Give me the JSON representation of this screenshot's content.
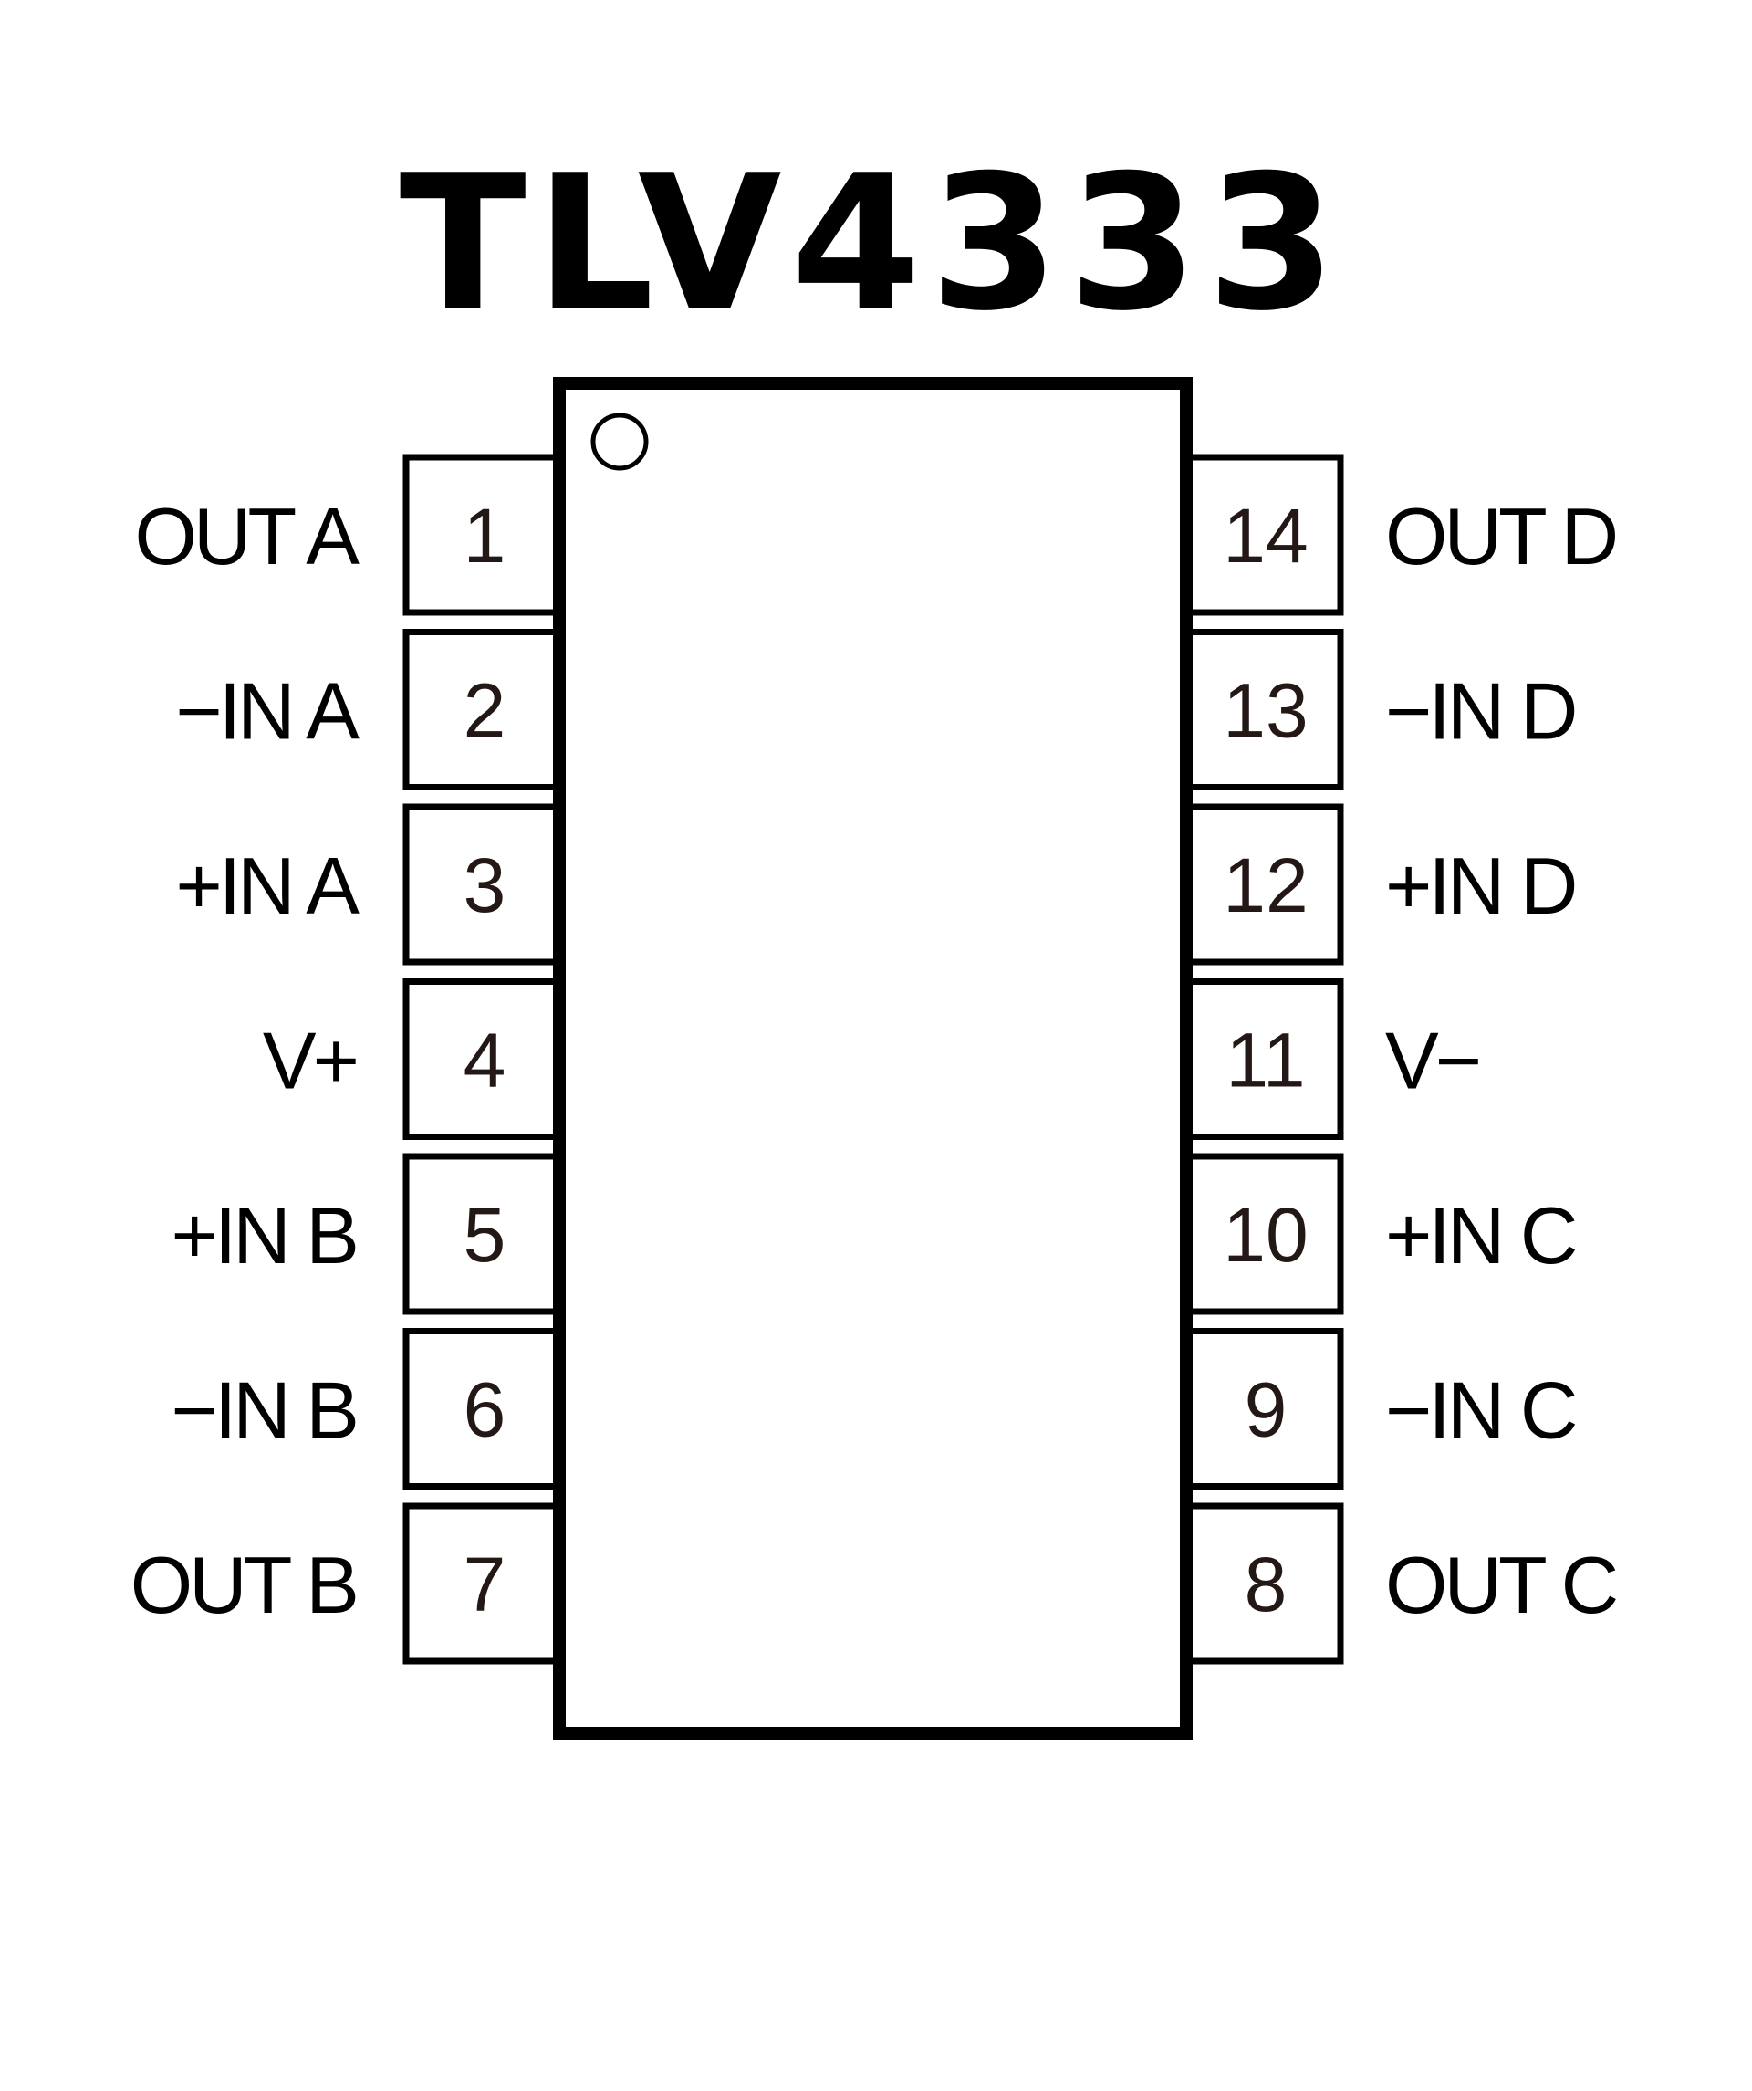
{
  "title": "TLV4333",
  "package": {
    "pin_count": 14,
    "pin1_marker": "circle-marker"
  },
  "left_pins": [
    {
      "number": "1",
      "label": "OUT A"
    },
    {
      "number": "2",
      "label": "−IN A"
    },
    {
      "number": "3",
      "label": "+IN A"
    },
    {
      "number": "4",
      "label": "V+"
    },
    {
      "number": "5",
      "label": "+IN B"
    },
    {
      "number": "6",
      "label": "−IN B"
    },
    {
      "number": "7",
      "label": "OUT B"
    }
  ],
  "right_pins": [
    {
      "number": "14",
      "label": "OUT D"
    },
    {
      "number": "13",
      "label": "−IN D"
    },
    {
      "number": "12",
      "label": "+IN D"
    },
    {
      "number": "11",
      "label": "V−"
    },
    {
      "number": "10",
      "label": "+IN C"
    },
    {
      "number": "9",
      "label": "−IN C"
    },
    {
      "number": "8",
      "label": "OUT C"
    }
  ],
  "colors": {
    "stroke": "#000000",
    "background": "#ffffff",
    "pin_number_text": "#231815"
  }
}
